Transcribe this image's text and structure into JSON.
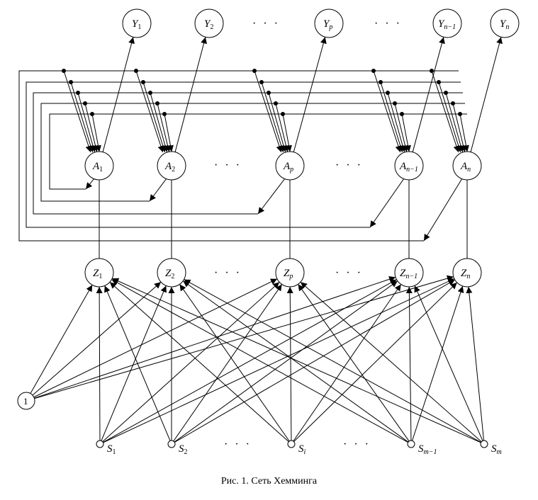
{
  "caption": "Рис. 1. Сеть Хемминга",
  "ellipsis": "· · ·",
  "colors": {
    "stroke": "#000000",
    "background": "#ffffff"
  },
  "layers": {
    "output": [
      {
        "letter": "Y",
        "sub": "1"
      },
      {
        "letter": "Y",
        "sub": "2"
      },
      {
        "letter": "Y",
        "sub": "p"
      },
      {
        "letter": "Y",
        "sub": "n−1"
      },
      {
        "letter": "Y",
        "sub": "n"
      }
    ],
    "hidden_a": [
      {
        "letter": "A",
        "sub": "1"
      },
      {
        "letter": "A",
        "sub": "2"
      },
      {
        "letter": "A",
        "sub": "p"
      },
      {
        "letter": "A",
        "sub": "n−1"
      },
      {
        "letter": "A",
        "sub": "n"
      }
    ],
    "hidden_z": [
      {
        "letter": "Z",
        "sub": "1"
      },
      {
        "letter": "Z",
        "sub": "2"
      },
      {
        "letter": "Z",
        "sub": "p"
      },
      {
        "letter": "Z",
        "sub": "n−1"
      },
      {
        "letter": "Z",
        "sub": "n"
      }
    ],
    "inputs": [
      {
        "letter": "S",
        "sub": "1"
      },
      {
        "letter": "S",
        "sub": "2"
      },
      {
        "letter": "S",
        "sub": "i"
      },
      {
        "letter": "S",
        "sub": "m−1"
      },
      {
        "letter": "S",
        "sub": "m"
      }
    ],
    "bias": {
      "label": "1"
    }
  }
}
